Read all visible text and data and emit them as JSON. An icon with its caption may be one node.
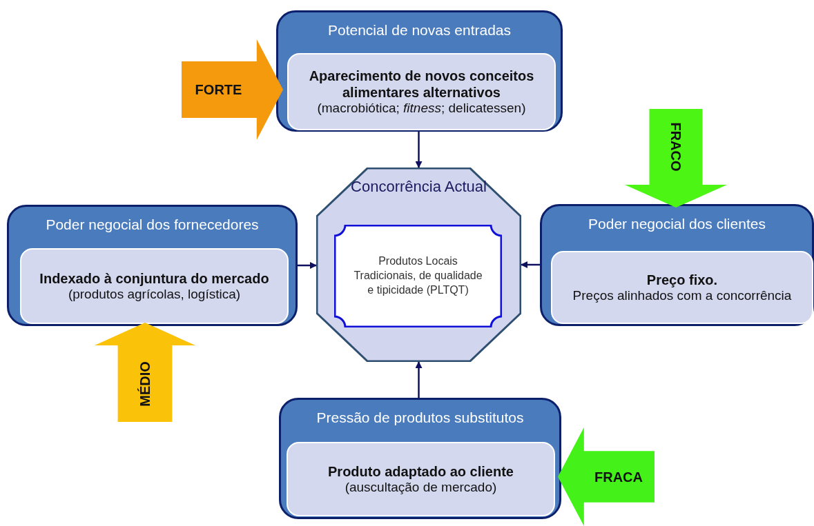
{
  "diagram": {
    "nodes": [
      {
        "text": [
          "Potencial de novas entradas"
        ]
      },
      {
        "text": [
          "Aparecimento de novos conceitos alimentares alternativos",
          "(macrobiótica; *fitness*; delicatessen)"
        ],
        "in": 0
      },
      {
        "text": [
          "Concorrência Actual"
        ]
      },
      {
        "text": [
          "Produtos Locais Tradicionais, de qualidade e tipicidade (PLTQT)"
        ],
        "in": 2
      },
      {
        "text": [
          "Poder negocial dos fornecedores"
        ]
      },
      {
        "text": [
          "Indexado à conjuntura do mercado",
          "(produtos agrícolas, logística)"
        ],
        "in": 4
      },
      {
        "text": [
          "Poder negocial dos clientes"
        ]
      },
      {
        "text": [
          "Preço fixo.",
          "Preços alinhados com a concorrência"
        ],
        "in": 6
      },
      {
        "text": [
          "Pressão de produtos substitutos"
        ]
      },
      {
        "text": [
          "Produto adaptado ao cliente",
          "(auscultação de mercado)"
        ],
        "in": 8
      },
      {
        "text": [
          "FORTE"
        ]
      },
      {
        "text": [
          "FRACO"
        ]
      },
      {
        "text": [
          "MÉDIO"
        ]
      },
      {
        "text": [
          "FRACA"
        ]
      }
    ],
    "edges": [
      {
        "from": 0,
        "to": 2,
        "arrow": "to"
      },
      {
        "from": 4,
        "to": 2,
        "arrow": "to"
      },
      {
        "from": 6,
        "to": 2,
        "arrow": "to"
      },
      {
        "from": 8,
        "to": 2,
        "arrow": "to"
      }
    ]
  }
}
